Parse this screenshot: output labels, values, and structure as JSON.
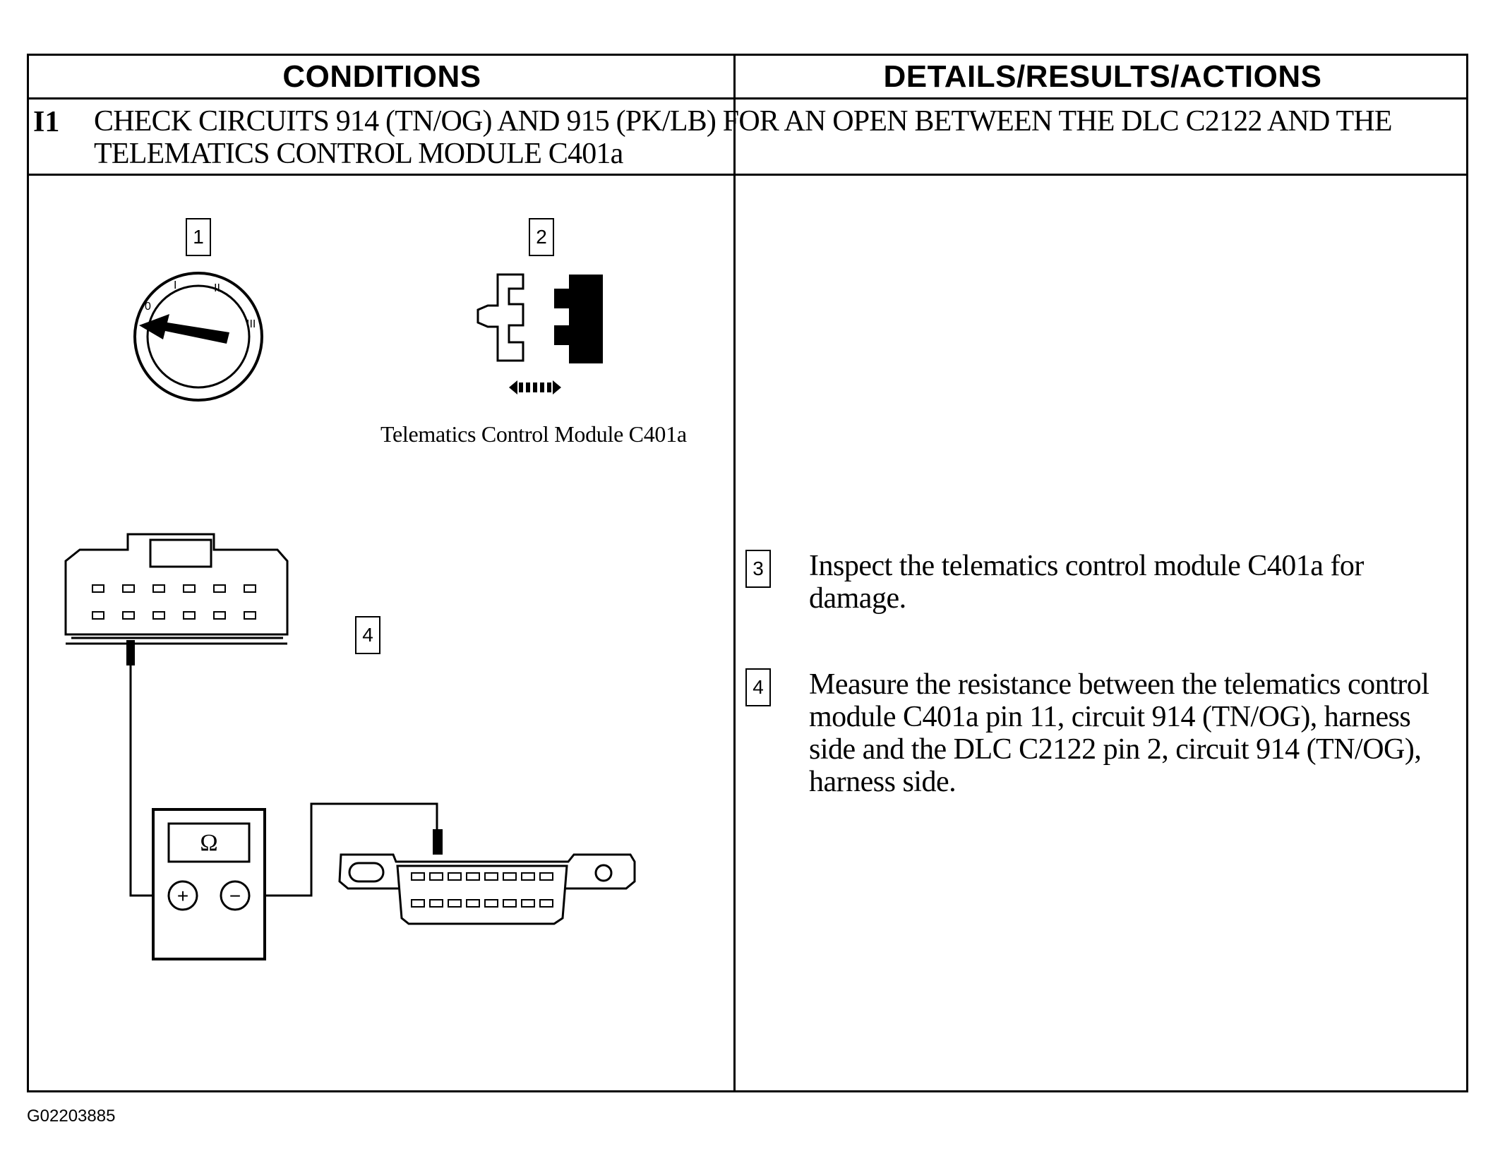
{
  "header": {
    "conditions": "CONDITIONS",
    "details": "DETAILS/RESULTS/ACTIONS"
  },
  "step": {
    "id": "I1",
    "title": "CHECK CIRCUITS 914 (TN/OG) AND 915 (PK/LB) FOR AN OPEN BETWEEN THE DLC C2122 AND THE TELEMATICS CONTROL MODULE C401a"
  },
  "figure": {
    "callouts": [
      "1",
      "2",
      "4"
    ],
    "ignition_positions": [
      "0",
      "I",
      "II",
      "III"
    ],
    "connector_label": "Telematics Control Module C401a",
    "meter_symbol": "Ω",
    "meter_plus": "+",
    "meter_minus": "−"
  },
  "actions": [
    {
      "num": "3",
      "text": "Inspect the telematics control module C401a for damage."
    },
    {
      "num": "4",
      "text": "Measure the resistance between the telematics control module C401a pin 11, circuit 914 (TN/OG), harness side and the DLC C2122 pin 2, circuit 914 (TN/OG), harness side."
    }
  ],
  "footer": {
    "id": "G02203885"
  }
}
